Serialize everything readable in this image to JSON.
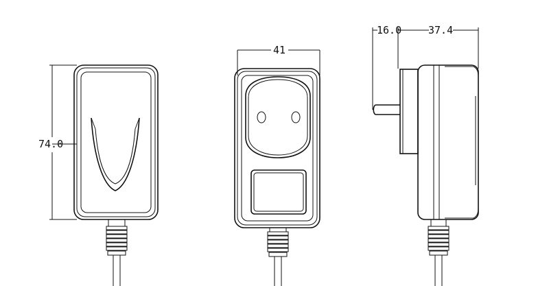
{
  "dimensions": {
    "height_front": "74.0",
    "width_plug_face": "41",
    "pin_length": "16.0",
    "depth_side": "37.4"
  },
  "colors": {
    "line": "#111111",
    "background": "#ffffff"
  }
}
